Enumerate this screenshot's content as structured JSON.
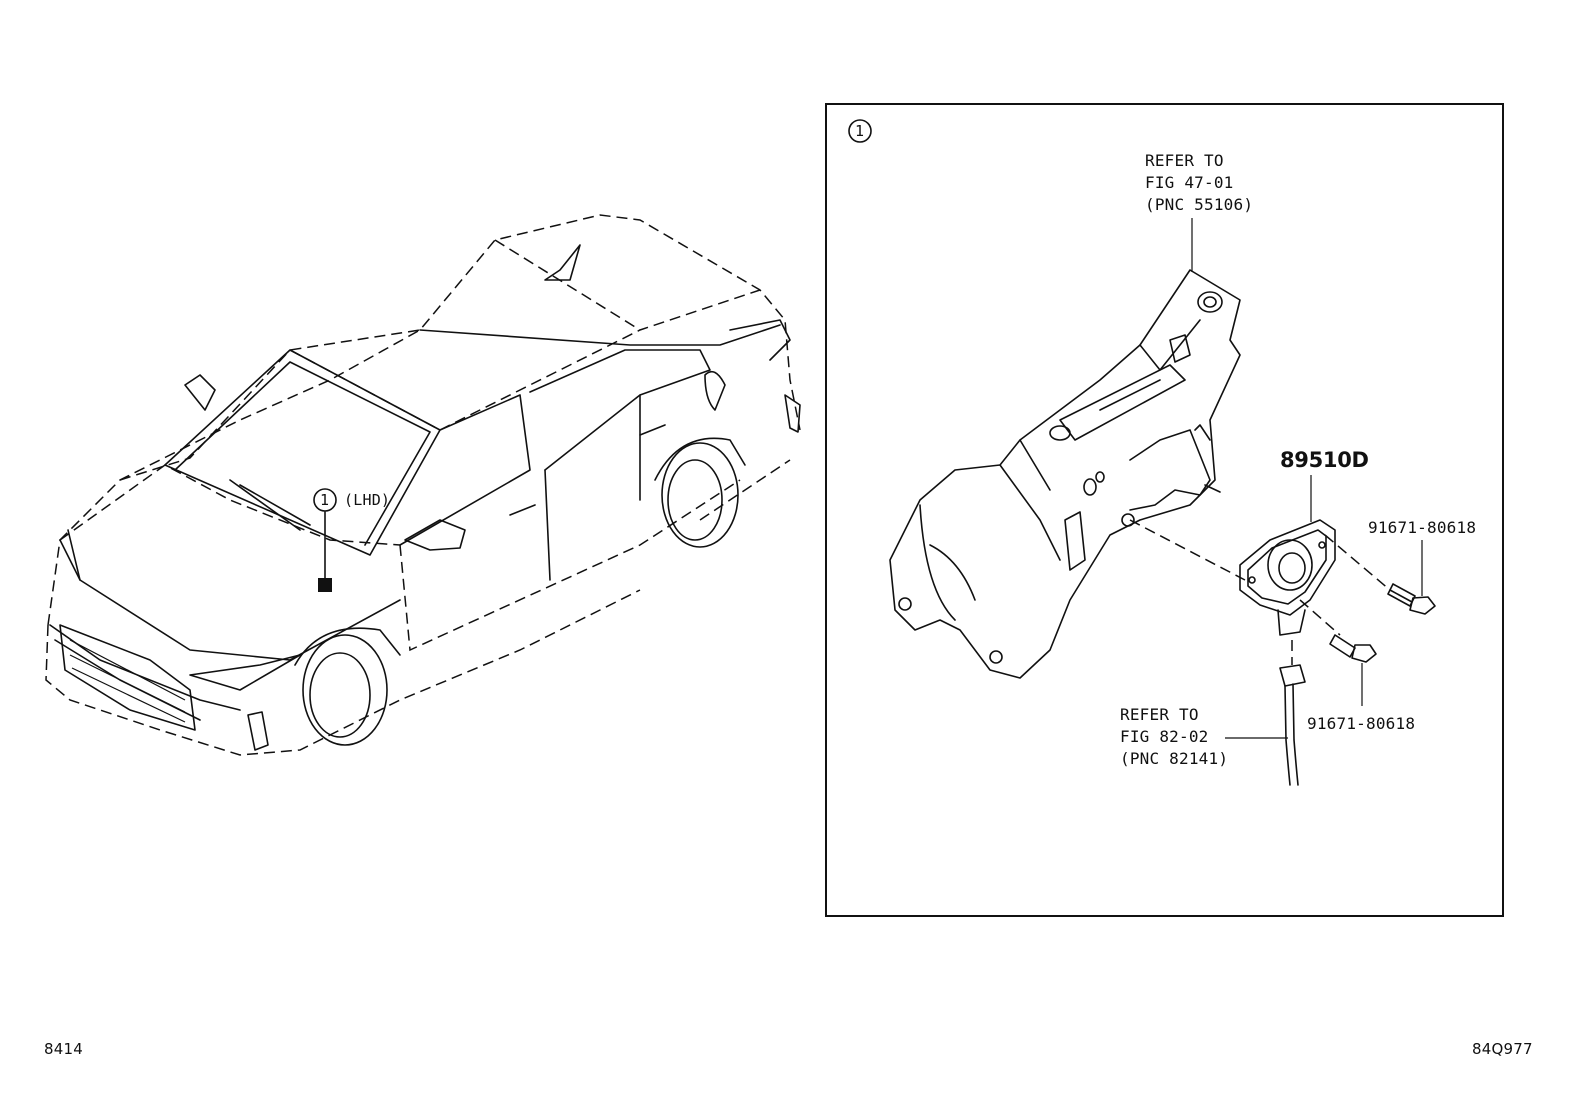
{
  "callout_number": "1",
  "car_callout": {
    "number": "1",
    "text": "(LHD)"
  },
  "detail_panel": {
    "callout_number": "1",
    "refer_top": [
      "REFER TO",
      "FIG 47-01",
      "(PNC 55106)"
    ],
    "part_main": "89510D",
    "bolt_label_upper": "91671-80618",
    "bolt_label_lower": "91671-80618",
    "refer_bottom": [
      "REFER TO",
      "FIG 82-02",
      "(PNC 82141)"
    ]
  },
  "footer": {
    "left_code": "8414",
    "right_code": "84Q977"
  },
  "icons": [
    "circled-number-icon",
    "sensor-icon",
    "bolt-icon",
    "connector-icon"
  ]
}
